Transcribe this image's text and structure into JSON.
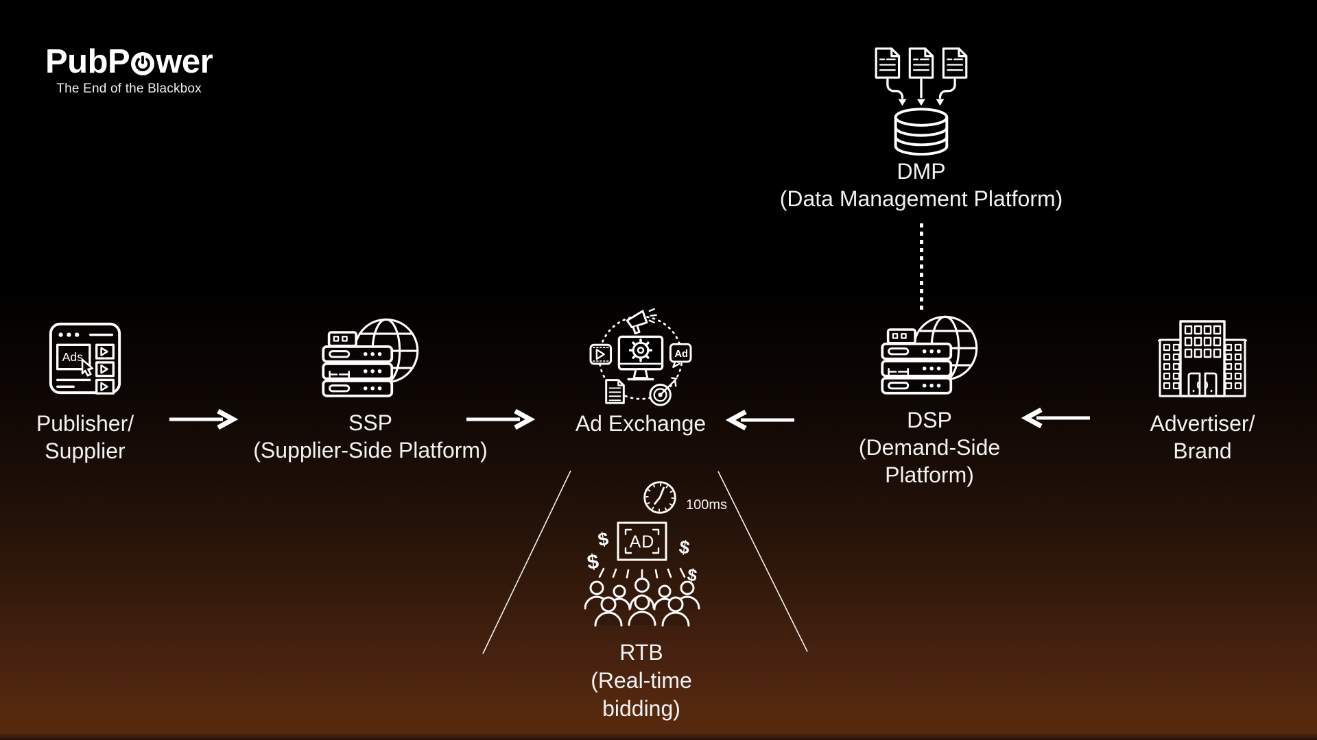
{
  "brand": {
    "name_part1": "PubP",
    "name_part2": "wer",
    "tagline": "The End of the Blackbox"
  },
  "nodes": {
    "publisher": {
      "line1": "Publisher/",
      "line2": "Supplier",
      "icon_text": "Ads"
    },
    "ssp": {
      "line1": "SSP",
      "line2": "(Supplier-Side Platform)"
    },
    "ad_exchange": {
      "line1": "Ad Exchange",
      "bubble_text": "Ad"
    },
    "dsp": {
      "line1": "DSP",
      "line2": "(Demand-Side",
      "line3": "Platform)"
    },
    "advertiser": {
      "line1": "Advertiser/",
      "line2": "Brand"
    },
    "dmp": {
      "line1": "DMP",
      "line2": "(Data Management Platform)"
    },
    "rtb": {
      "line1": "RTB",
      "line2": "(Real-time",
      "line3": "bidding)",
      "latency": "100ms",
      "ad_box_text": "AD"
    }
  },
  "colors": {
    "background_top": "#000000",
    "background_bottom": "#57290f",
    "foreground": "#ffffff",
    "label_text": "#f2f2f2"
  }
}
